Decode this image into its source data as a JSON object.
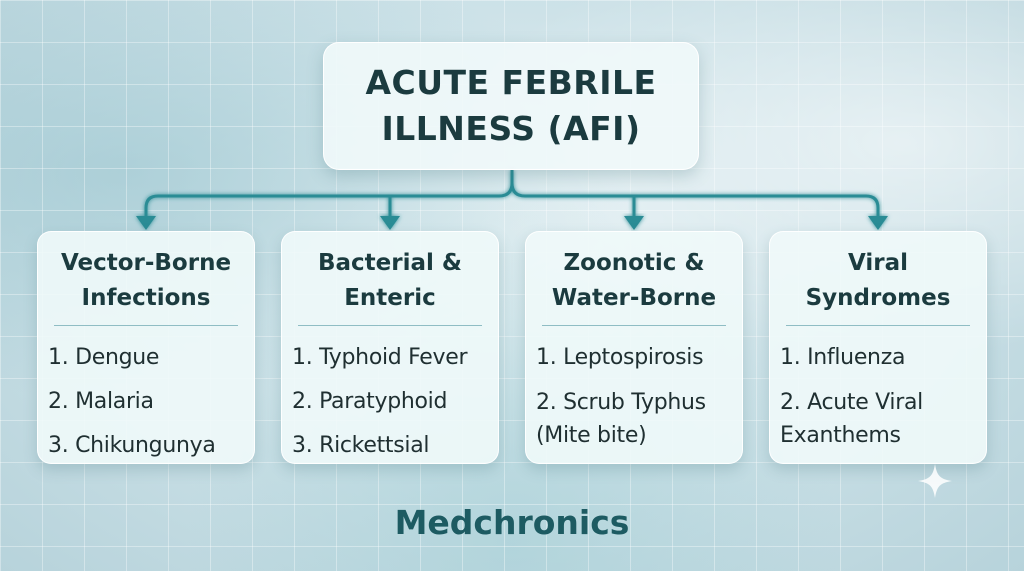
{
  "title": "ACUTE FEBRILE\nILLNESS (AFI)",
  "categories": [
    {
      "heading": "Vector-Borne\nInfections",
      "items": [
        "1. Dengue",
        "2. Malaria",
        "3. Chikungunya"
      ]
    },
    {
      "heading": "Bacterial &\nEnteric",
      "items": [
        "1. Typhoid Fever",
        "2. Paratyphoid",
        "3. Rickettsial"
      ]
    },
    {
      "heading": "Zoonotic &\nWater-Borne",
      "items": [
        "1. Leptospirosis",
        "2. Scrub Typhus\n(Mite bite)"
      ]
    },
    {
      "heading": "Viral\nSyndromes",
      "items": [
        "1. Influenza",
        "2. Acute Viral\nExanthems"
      ]
    }
  ],
  "brand": "Medchronics",
  "colors": {
    "connector": "#2a8c95",
    "text": "#1b3b3f",
    "brand": "#1d5b62"
  },
  "icons": {
    "sparkle": "sparkle-icon"
  }
}
